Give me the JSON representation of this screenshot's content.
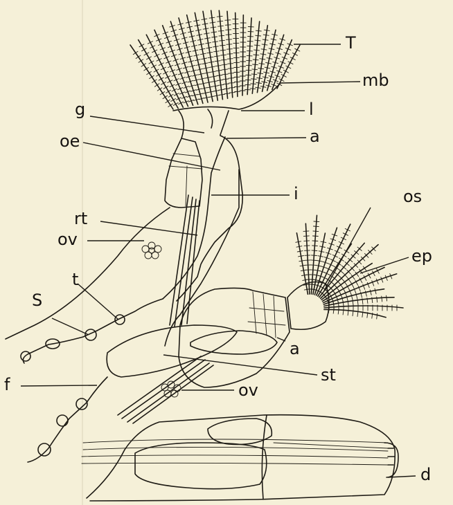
{
  "figure": {
    "labels": {
      "T": "T",
      "mb": "mb",
      "l": "l",
      "g": "g",
      "a_upper": "a",
      "oe": "oe",
      "i": "i",
      "os": "os",
      "rt": "rt",
      "ep": "ep",
      "ov_upper": "ov",
      "t": "t",
      "S": "S",
      "a_lower": "a",
      "st": "st",
      "f": "f",
      "ov_lower": "ov",
      "d": "d"
    },
    "colors": {
      "paper": "#f5f0d8",
      "ink": "#1d1a14"
    }
  }
}
